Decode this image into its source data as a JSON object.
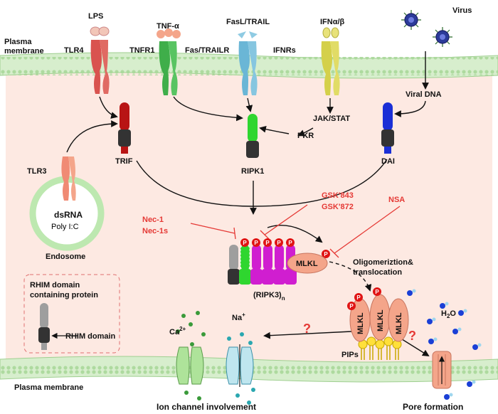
{
  "membrane": {
    "top_label": "Plasma membrane",
    "bottom_label": "Plasma membrane"
  },
  "receptors": {
    "lps": "LPS",
    "tlr4": "TLR4",
    "tnfa": "TNF-α",
    "tnfr1": "TNFR1",
    "fasl": "FasL/TRAIL",
    "fasr": "Fas/TRAILR",
    "ifn": "IFNα/β",
    "ifnrs": "IFNRs",
    "virus": "Virus",
    "tlr3": "TLR3"
  },
  "pathway": {
    "viral_dna": "Viral DNA",
    "jak_stat": "JAK/STAT",
    "pkr": "PKR",
    "trif": "TRIF",
    "ripk1": "RIPK1",
    "dai": "DAI",
    "dsrna": "dsRNA",
    "polyic": "Poly I:C",
    "endosome": "Endosome",
    "mlkl": "MLKL",
    "ripk3_prefix": "(RIPK3)",
    "ripk3_sub": "n",
    "oligo_line1": "Oligomeriztion&",
    "oligo_line2": "translocation",
    "pips": "PIPs",
    "phospho": "P"
  },
  "inhibitors": {
    "nec1": "Nec-1",
    "nec1s": "Nec-1s",
    "gsk843": "GSK'843",
    "gsk872": "GSK'872",
    "nsa": "NSA"
  },
  "legend": {
    "line1": "RHIM domain",
    "line2": "containing protein",
    "rhim": "RHIM domain"
  },
  "outcomes": {
    "question1": "?",
    "question2": "?",
    "ca": "Ca",
    "ca_sup": "2+",
    "na": "Na",
    "na_sup": "+",
    "h2o_h": "H",
    "h2o_sub": "2",
    "h2o_o": "O",
    "ion_channel": "Ion channel involvement",
    "pore": "Pore formation"
  },
  "colors": {
    "membrane_fill": "#cfe9c4",
    "cytoplasm": "#fde9e2",
    "inhibitor_red": "#e53935",
    "tlr4": "#d9534f",
    "tnfr1": "#3fae4a",
    "fas": "#6ab6d6",
    "ifnr": "#d4d04a",
    "trif": "#b81414",
    "ripk1": "#2fd62f",
    "dai": "#1a2fd6",
    "ripk3": "#d01ed0",
    "mlkl": "#f4a58a"
  }
}
